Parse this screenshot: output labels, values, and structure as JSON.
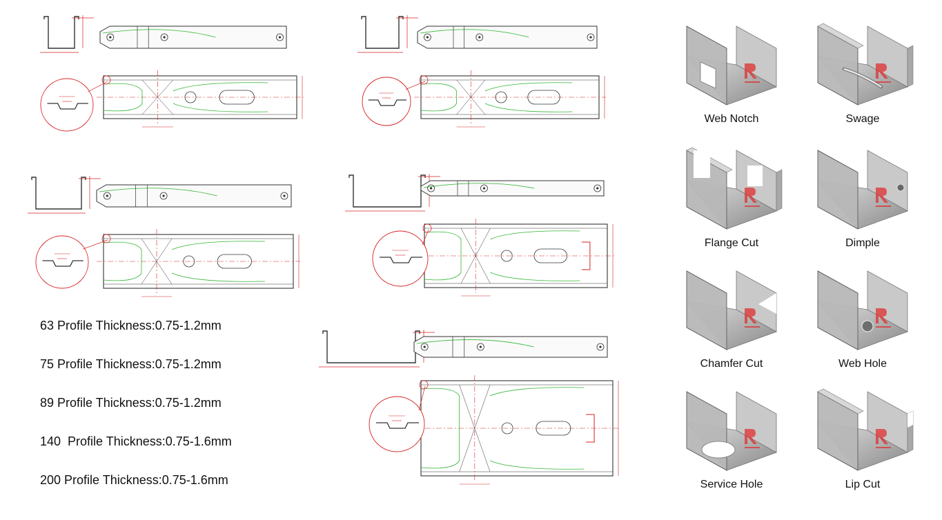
{
  "drawings": [
    {
      "id": "d63"
    },
    {
      "id": "d75"
    },
    {
      "id": "d89"
    },
    {
      "id": "d140"
    },
    {
      "id": "d200"
    }
  ],
  "specs": [
    "63 Profile Thickness:0.75-1.2mm",
    "75 Profile Thickness:0.75-1.2mm",
    "89 Profile Thickness:0.75-1.2mm",
    "140  Profile Thickness:0.75-1.6mm",
    "200 Profile Thickness:0.75-1.6mm"
  ],
  "features": [
    {
      "label": "Web Notch",
      "icon": "web-notch-icon"
    },
    {
      "label": "Swage",
      "icon": "swage-icon"
    },
    {
      "label": "Flange Cut",
      "icon": "flange-cut-icon"
    },
    {
      "label": "Dimple",
      "icon": "dimple-icon"
    },
    {
      "label": "Chamfer Cut",
      "icon": "chamfer-cut-icon"
    },
    {
      "label": "Web Hole",
      "icon": "web-hole-icon"
    },
    {
      "label": "Service Hole",
      "icon": "service-hole-icon"
    },
    {
      "label": "Lip Cut",
      "icon": "lip-cut-icon"
    }
  ],
  "colors": {
    "dimension": "#d62020",
    "outline": "#333333",
    "bend": "#2fb52f",
    "steel_light": "#c9c9c9",
    "steel_dark": "#8a8a8a",
    "logo_red": "#e03030"
  }
}
